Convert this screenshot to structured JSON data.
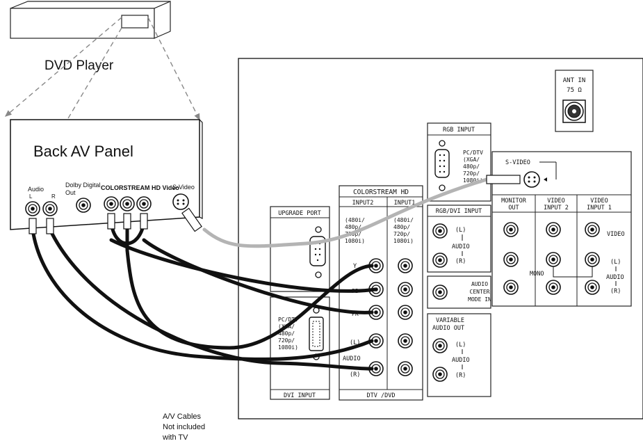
{
  "dvd_player": {
    "label": "DVD Player"
  },
  "back_panel": {
    "title": "Back AV Panel",
    "audio_label": "Audio",
    "audio_l": "L",
    "audio_r": "R",
    "dolby_label_1": "Dolby Digital",
    "dolby_label_2": "Out",
    "colorstream_label": "COLORSTREAM HD Video",
    "svideo_label": "S-Video"
  },
  "tv_panel": {
    "ant_in": {
      "title": "ANT IN",
      "sub": "75 Ω"
    },
    "rgb_input": {
      "title": "RGB INPUT",
      "l1": "PC/DTV",
      "l2": "(XGA/",
      "l3": "480p/",
      "l4": "720p/",
      "l5": "1080i)"
    },
    "svideo": {
      "title": "S-VIDEO"
    },
    "monitor_out": {
      "l1": "MONITOR",
      "l2": "OUT"
    },
    "video_input2": {
      "l1": "VIDEO",
      "l2": "INPUT 2"
    },
    "video_input1": {
      "l1": "VIDEO",
      "l2": "INPUT 1"
    },
    "video_label": "VIDEO",
    "mono_label": "MONO",
    "audio_lr": {
      "l": "(L)",
      "audio": "AUDIO",
      "r": "(R)"
    },
    "colorstream_hd": {
      "title": "COLORSTREAM HD",
      "input2": "INPUT2",
      "input1": "INPUT1",
      "res1": "(480i/",
      "res2": "480p/",
      "res3": "720p/",
      "res4": "1080i)",
      "y": "Y",
      "pb": "PB",
      "pr": "PR",
      "audio_l": "(L)",
      "audio": "AUDIO",
      "audio_r": "(R)",
      "footer": "DTV /DVD"
    },
    "upgrade_port": {
      "title": "UPGRADE PORT"
    },
    "rgb_dvi_input": {
      "title": "RGB/DVI INPUT",
      "l": "(L)",
      "audio": "AUDIO",
      "r": "(R)"
    },
    "audio_center": {
      "l1": "AUDIO",
      "l2": "CENTER",
      "l3": "MODE IN"
    },
    "variable_audio_out": {
      "l1": "VARIABLE",
      "l2": "AUDIO OUT",
      "l": "(L)",
      "audio": "AUDIO",
      "r": "(R)"
    },
    "dvi_input": {
      "footer": "DVI INPUT",
      "l1": "PC/DTV",
      "l2": "(XGA/",
      "l3": "480p/",
      "l4": "720p/",
      "l5": "1080i)"
    }
  },
  "cable_note": {
    "l1": "A/V Cables",
    "l2": "Not included",
    "l3": "with TV"
  },
  "colors": {
    "line": "#111111",
    "cable": "#111111",
    "svideo_cable": "#b4b4b4",
    "arrow": "#888888"
  }
}
